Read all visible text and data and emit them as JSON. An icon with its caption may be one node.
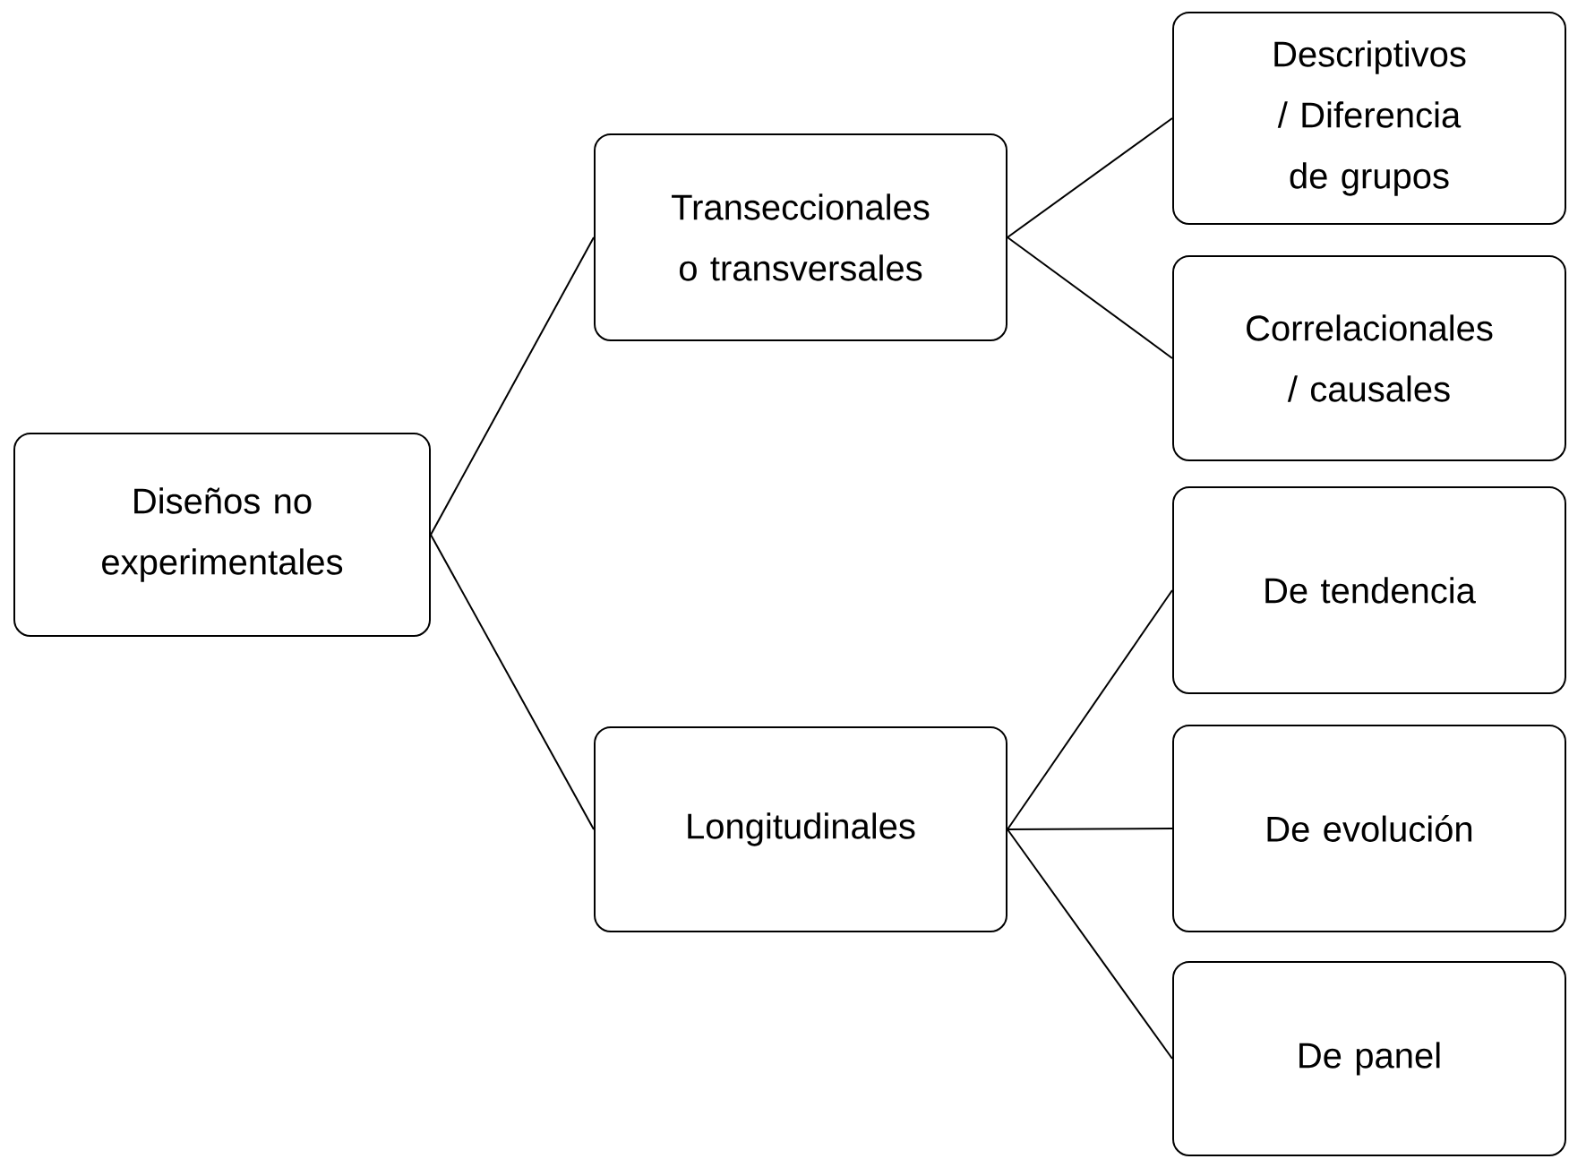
{
  "diagram": {
    "nodes": [
      {
        "text": [
          "Diseños no experimentales"
        ]
      },
      {
        "text": [
          "Transeccionales o transversales"
        ]
      },
      {
        "text": [
          "Longitudinales"
        ]
      },
      {
        "text": [
          "Descriptivos / Diferencia de grupos"
        ]
      },
      {
        "text": [
          "Correlacionales / causales"
        ]
      },
      {
        "text": [
          "De tendencia"
        ]
      },
      {
        "text": [
          "De evolución"
        ]
      },
      {
        "text": [
          "De panel"
        ]
      }
    ],
    "edges": [
      {
        "from": 0,
        "to": 1,
        "arrow": "none"
      },
      {
        "from": 0,
        "to": 2,
        "arrow": "none"
      },
      {
        "from": 1,
        "to": 3,
        "arrow": "none"
      },
      {
        "from": 1,
        "to": 4,
        "arrow": "none"
      },
      {
        "from": 2,
        "to": 5,
        "arrow": "none"
      },
      {
        "from": 2,
        "to": 6,
        "arrow": "none"
      },
      {
        "from": 2,
        "to": 7,
        "arrow": "none"
      }
    ]
  }
}
